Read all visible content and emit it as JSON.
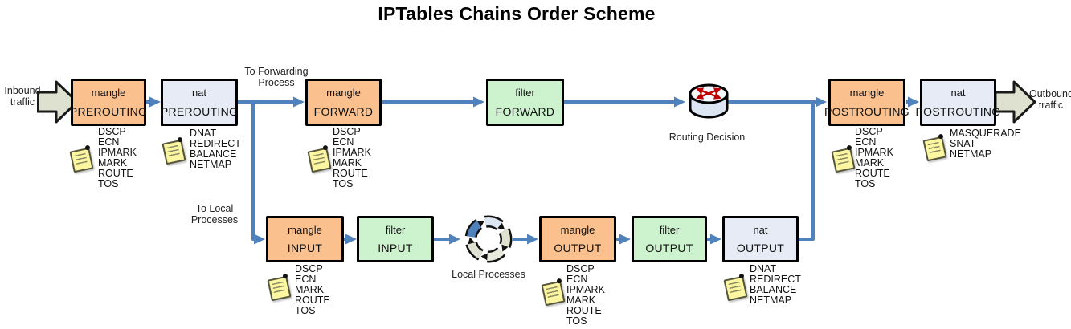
{
  "title": "IPTables Chains Order Scheme",
  "labels": {
    "inbound": "Inbound\ntraffic",
    "outbound": "Outbound\ntraffic",
    "to_forwarding": "To Forwarding\nProcess",
    "to_local": "To Local\nProcesses",
    "routing_decision": "Routing Decision",
    "local_processes": "Local Processes"
  },
  "chains": [
    {
      "table": "mangle",
      "chain": "PREROUTING"
    },
    {
      "table": "nat",
      "chain": "PREROUTING"
    },
    {
      "table": "mangle",
      "chain": "FORWARD"
    },
    {
      "table": "filter",
      "chain": "FORWARD"
    },
    {
      "table": "mangle",
      "chain": "POSTROUTING"
    },
    {
      "table": "nat",
      "chain": "POSTROUTING"
    },
    {
      "table": "mangle",
      "chain": "INPUT"
    },
    {
      "table": "filter",
      "chain": "INPUT"
    },
    {
      "table": "mangle",
      "chain": "OUTPUT"
    },
    {
      "table": "filter",
      "chain": "OUTPUT"
    },
    {
      "table": "nat",
      "chain": "OUTPUT"
    }
  ],
  "notes": [
    {
      "for": "mangle PREROUTING",
      "targets": "DSCP\nECN\nIPMARK\nMARK\nROUTE\nTOS"
    },
    {
      "for": "nat PREROUTING",
      "targets": "DNAT\nREDIRECT\nBALANCE\nNETMAP"
    },
    {
      "for": "mangle FORWARD",
      "targets": "DSCP\nECN\nIPMARK\nMARK\nROUTE\nTOS"
    },
    {
      "for": "mangle POSTROUTING",
      "targets": "DSCP\nECN\nIPMARK\nMARK\nROUTE\nTOS"
    },
    {
      "for": "nat POSTROUTING",
      "targets": "MASQUERADE\nSNAT\nNETMAP"
    },
    {
      "for": "mangle INPUT",
      "targets": "DSCP\nECN\nMARK\nROUTE\nTOS"
    },
    {
      "for": "mangle OUTPUT",
      "targets": "DSCP\nECN\nIPMARK\nMARK\nROUTE\nTOS"
    },
    {
      "for": "nat OUTPUT",
      "targets": "DNAT\nREDIRECT\nBALANCE\nNETMAP"
    }
  ],
  "icons": {
    "inbound": "block-arrow-right-icon",
    "outbound": "block-arrow-right-icon",
    "router": "router-icon",
    "local_processes": "circular-arrows-icon",
    "note": "sticky-note-icon"
  },
  "colors": {
    "arrow_blue": "#4F81BD",
    "mangle_fill": "#FAC08E",
    "nat_fill": "#E6EBF5",
    "filter_fill": "#CDF3CE",
    "block_arrow_fill": "#DEE1CF",
    "note_fill": "#FCF6A0",
    "router_arrows_red": "#C00000",
    "box_border": "#000000"
  }
}
